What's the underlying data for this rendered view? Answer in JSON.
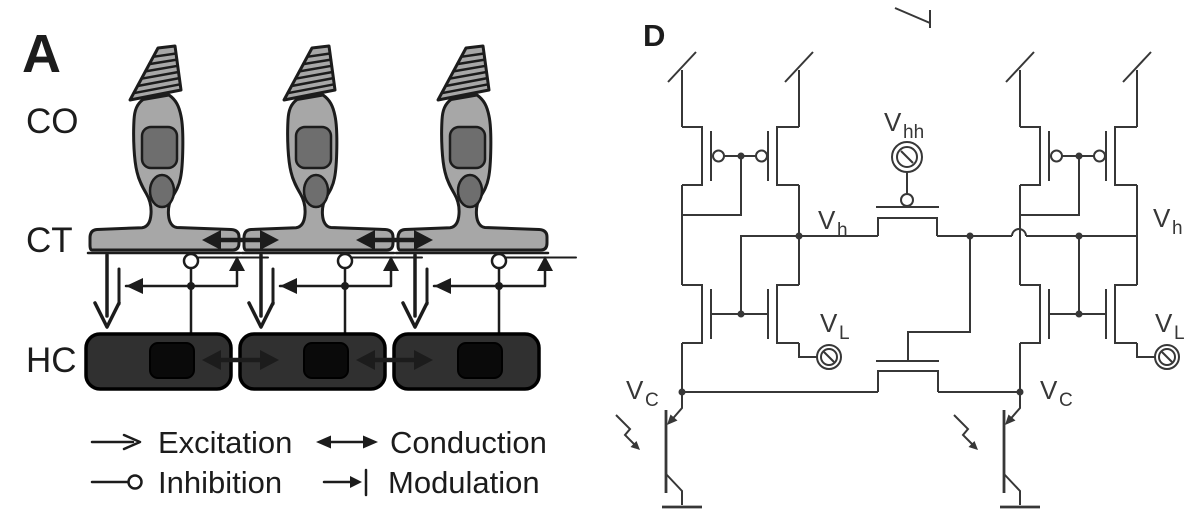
{
  "panel_a": {
    "label": "A",
    "layers": {
      "co": "CO",
      "ct": "CT",
      "hc": "HC"
    },
    "legend": {
      "excitation": "Excitation",
      "conduction": "Conduction",
      "inhibition": "Inhibition",
      "modulation": "Modulation"
    }
  },
  "panel_d": {
    "label": "D",
    "labels": {
      "vhh": {
        "main": "V",
        "sub": "hh"
      },
      "vh_left": {
        "main": "V",
        "sub": "h"
      },
      "vh_right": {
        "main": "V",
        "sub": "h"
      },
      "vl_left": {
        "main": "V",
        "sub": "L"
      },
      "vl_right": {
        "main": "V",
        "sub": "L"
      },
      "vc_left": {
        "main": "V",
        "sub": "C"
      },
      "vc_right": {
        "main": "V",
        "sub": "C"
      }
    }
  },
  "colors": {
    "line-a": "#1c1c1c",
    "line-d": "#373737",
    "cone-fill": "#a7a7a7",
    "organelle-fill": "#6e6e6e",
    "hc-fill": "#303030",
    "hc-inner": "#0a0a0a",
    "bg": "#ffffff"
  }
}
